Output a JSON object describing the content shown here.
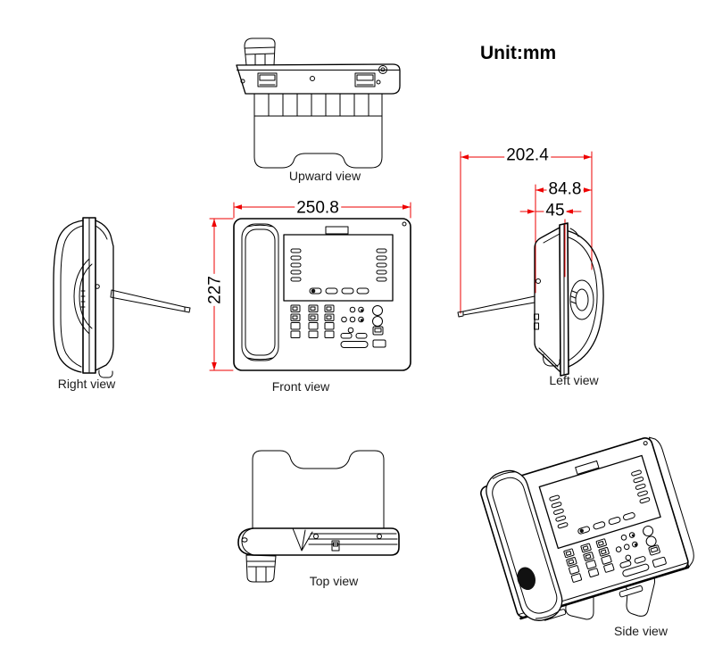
{
  "unit_label": "Unit:mm",
  "views": {
    "upward": {
      "label": "Upward view"
    },
    "right": {
      "label": "Right view"
    },
    "front": {
      "label": "Front view",
      "width_mm": "250.8",
      "height_mm": "227"
    },
    "left": {
      "label": "Left view",
      "overall_depth_mm": "202.4",
      "body_depth_mm": "84.8",
      "front_depth_mm": "45"
    },
    "top": {
      "label": "Top view"
    },
    "side": {
      "label": "Side view"
    }
  },
  "colors": {
    "line": "#000000",
    "dimension_line": "#ee0000",
    "dimension_text": "#000000",
    "background": "#ffffff"
  }
}
